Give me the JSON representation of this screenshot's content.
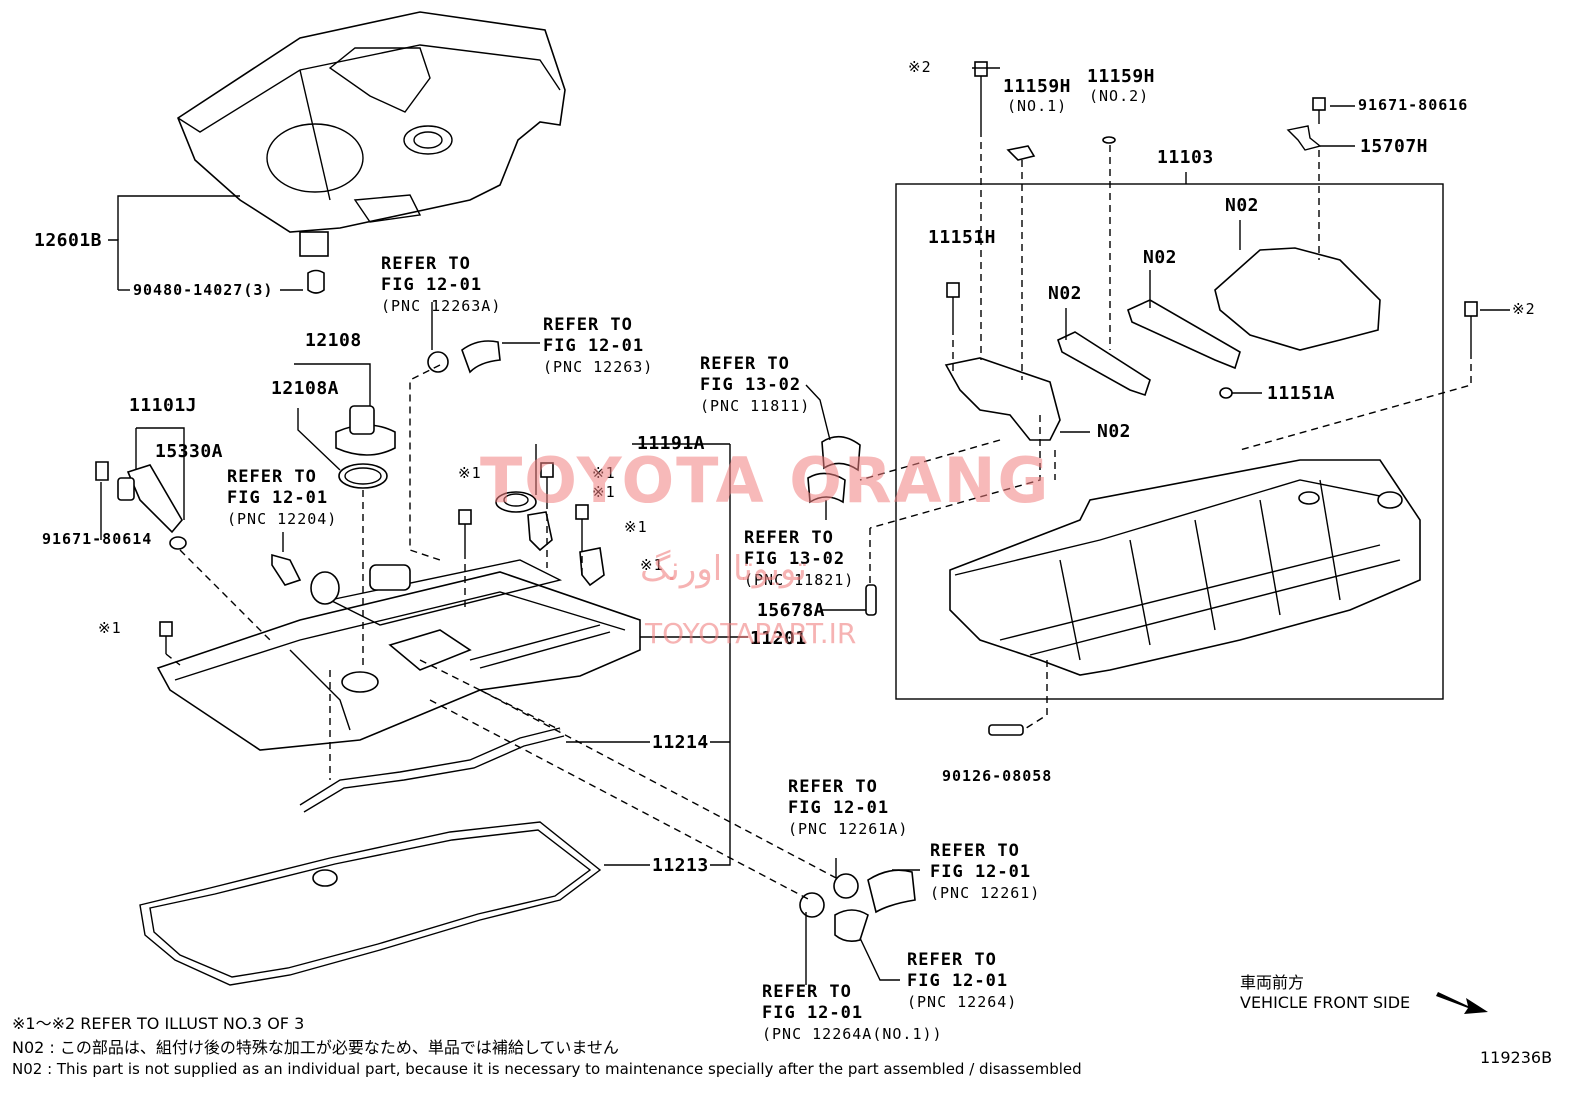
{
  "watermark": {
    "brand": "TOYOTA ORANG",
    "persian": "تویوتا اورنگ",
    "url": "TOYOTAPART.IR",
    "color": "#f08080"
  },
  "labels": {
    "p12601B": "12601B",
    "p90480": "90480-14027(3)",
    "p12108": "12108",
    "p12108A": "12108A",
    "p11101J": "11101J",
    "p15330A": "15330A",
    "p91671a": "91671-80614",
    "p11191A": "11191A",
    "p11201": "11201",
    "p11214": "11214",
    "p11213": "11213",
    "p15678A": "15678A",
    "p11159H1": "11159H",
    "p11159H1sub": "(NO.1)",
    "p11159H2": "11159H",
    "p11159H2sub": "(NO.2)",
    "p91671b": "91671-80616",
    "p15707H": "15707H",
    "p11103": "11103",
    "p11151H": "11151H",
    "p11151A": "11151A",
    "p90126": "90126-08058",
    "n02a": "N02",
    "n02b": "N02",
    "n02c": "N02",
    "n02d": "N02",
    "mark2a": "※2",
    "mark2b": "※2",
    "mark1a": "※1",
    "mark1b": "※1",
    "mark1c": "※1",
    "mark1d": "※1",
    "mark1e": "※1",
    "mark1f": "※1",
    "figno": "119236B"
  },
  "refs": {
    "r1": {
      "l1": "REFER TO",
      "l2": "FIG 12-01",
      "l3": "(PNC 12263A)"
    },
    "r2": {
      "l1": "REFER TO",
      "l2": "FIG 12-01",
      "l3": "(PNC 12263)"
    },
    "r3": {
      "l1": "REFER TO",
      "l2": "FIG 12-01",
      "l3": "(PNC 12204)"
    },
    "r4": {
      "l1": "REFER TO",
      "l2": "FIG 13-02",
      "l3": "(PNC 11811)"
    },
    "r5": {
      "l1": "REFER TO",
      "l2": "FIG 13-02",
      "l3": "(PNC 11821)"
    },
    "r6": {
      "l1": "REFER TO",
      "l2": "FIG 12-01",
      "l3": "(PNC 12261A)"
    },
    "r7": {
      "l1": "REFER TO",
      "l2": "FIG 12-01",
      "l3": "(PNC 12261)"
    },
    "r8": {
      "l1": "REFER TO",
      "l2": "FIG 12-01",
      "l3": "(PNC 12264)"
    },
    "r9": {
      "l1": "REFER TO",
      "l2": "FIG 12-01",
      "l3": "(PNC 12264A(NO.1))"
    }
  },
  "direction": {
    "jp": "車両前方",
    "en": "VEHICLE FRONT SIDE"
  },
  "notes": {
    "n1": "※1～※2 REFER TO ILLUST NO.3 OF 3",
    "n2": "N02 : この部品は、組付け後の特殊な加工が必要なため、単品では補給していません",
    "n3": "N02 : This part is not supplied as an individual part, because it is necessary to maintenance specially after the part assembled / disassembled"
  }
}
